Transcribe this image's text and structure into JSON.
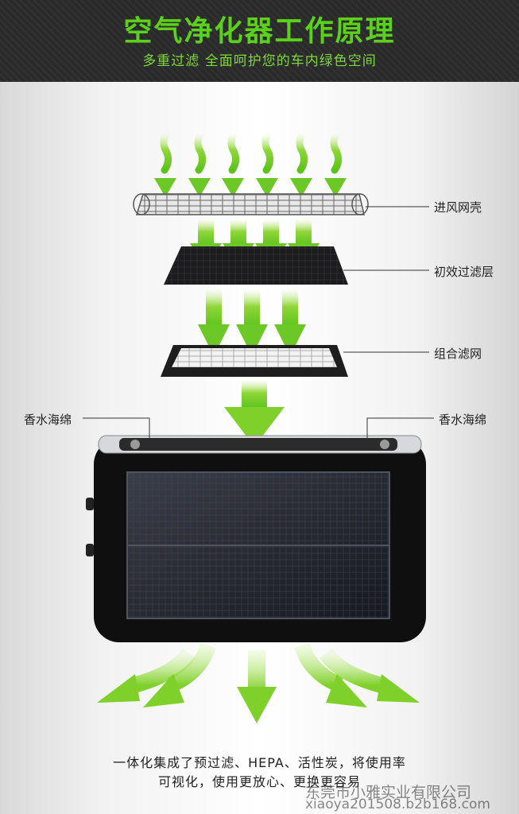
{
  "header": {
    "title": "空气净化器工作原理",
    "subtitle": "多重过滤  全面呵护您的车内绿色空间"
  },
  "labels": {
    "intake_grille": "进风网壳",
    "primary_filter": "初效过滤层",
    "combo_filter": "组合滤网",
    "perfume_left": "香水海绵",
    "perfume_right": "香水海绵"
  },
  "caption": {
    "line1": "一体化集成了预过滤、HEPA、活性炭，将使用率",
    "line2": "可视化，使用更放心、更换更容易"
  },
  "watermark": {
    "company": "东莞市小雅实业有限公司",
    "url": "xiaoya201508.b2b168.com"
  },
  "colors": {
    "accent_green": "#5cd11c",
    "arrow_green": "#8fd63a",
    "header_bg": "#2a2a2a",
    "device_body": "#111111"
  }
}
